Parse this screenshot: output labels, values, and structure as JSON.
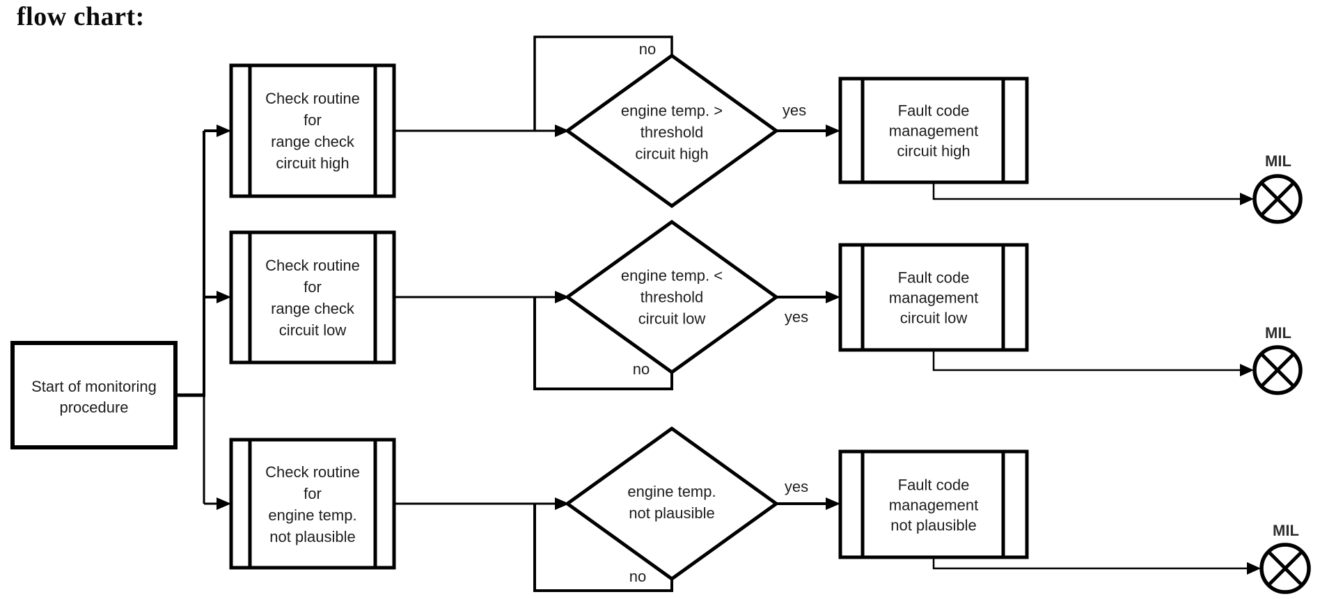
{
  "page": {
    "title": "flow chart:"
  },
  "flowchart": {
    "start": {
      "label": "Start of monitoring\nprocedure"
    },
    "rows": [
      {
        "check": "Check routine\nfor\nrange check\ncircuit high",
        "decision": "engine temp. >\nthreshold\ncircuit high",
        "fault": "Fault code\nmanagement\ncircuit high",
        "no_label": "no",
        "yes_label": "yes",
        "mil_label": "MIL"
      },
      {
        "check": "Check routine\nfor\nrange check\ncircuit low",
        "decision": "engine temp. <\nthreshold\ncircuit low",
        "fault": "Fault code\nmanagement\ncircuit low",
        "no_label": "no",
        "yes_label": "yes",
        "mil_label": "MIL"
      },
      {
        "check": "Check routine\nfor\nengine temp.\nnot plausible",
        "decision": "engine temp.\nnot plausible",
        "fault": "Fault code\nmanagement\nnot plausible",
        "no_label": "no",
        "yes_label": "yes",
        "mil_label": "MIL"
      }
    ],
    "colors": {
      "line": "#000000",
      "text": "#1c1c1c",
      "background": "#ffffff"
    }
  }
}
